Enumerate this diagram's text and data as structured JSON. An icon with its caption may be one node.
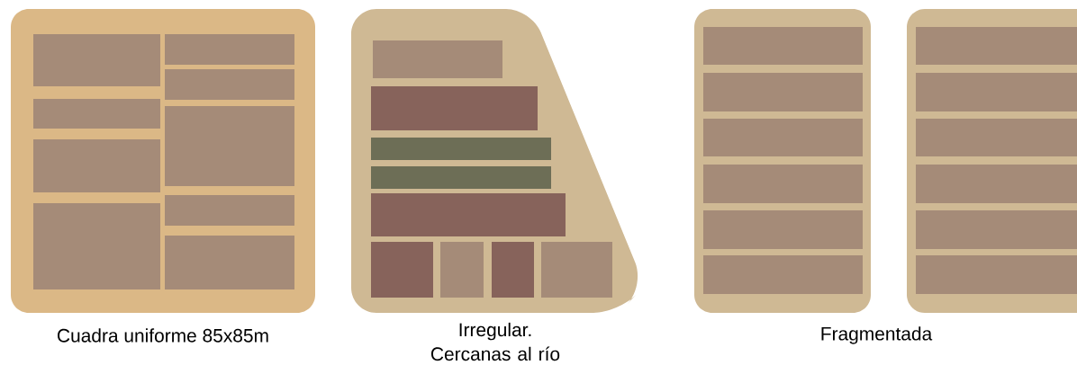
{
  "diagram": {
    "nodes": [
      {
        "text": [],
        "shape": "box"
      },
      {
        "text": [],
        "shape": "box",
        "in": 0
      },
      {
        "text": [],
        "shape": "box",
        "in": 0
      },
      {
        "text": [],
        "shape": "box",
        "in": 0
      },
      {
        "text": [],
        "shape": "box",
        "in": 0
      },
      {
        "text": [],
        "shape": "box",
        "in": 0
      },
      {
        "text": [],
        "shape": "box",
        "in": 0
      },
      {
        "text": [],
        "shape": "box",
        "in": 0
      },
      {
        "text": [],
        "shape": "box",
        "in": 0
      },
      {
        "text": [],
        "shape": "box",
        "in": 0
      },
      {
        "text": [],
        "shape": "box"
      },
      {
        "text": [],
        "shape": "box",
        "in": 10
      },
      {
        "text": [],
        "shape": "box",
        "in": 10
      },
      {
        "text": [],
        "shape": "box",
        "in": 10
      },
      {
        "text": [],
        "shape": "box",
        "in": 10
      },
      {
        "text": [],
        "shape": "box",
        "in": 10
      },
      {
        "text": [],
        "shape": "box",
        "in": 10
      },
      {
        "text": [],
        "shape": "box",
        "in": 10
      },
      {
        "text": [],
        "shape": "box",
        "in": 10
      },
      {
        "text": [],
        "shape": "box",
        "in": 10
      },
      {
        "text": [],
        "shape": "box"
      },
      {
        "text": [],
        "shape": "box",
        "in": 20
      },
      {
        "text": [],
        "shape": "box",
        "in": 20
      },
      {
        "text": [],
        "shape": "box",
        "in": 20
      },
      {
        "text": [],
        "shape": "box",
        "in": 20
      },
      {
        "text": [],
        "shape": "box",
        "in": 20
      },
      {
        "text": [],
        "shape": "box",
        "in": 20
      },
      {
        "text": [],
        "shape": "box"
      },
      {
        "text": [],
        "shape": "box",
        "in": 27
      },
      {
        "text": [],
        "shape": "box",
        "in": 27
      },
      {
        "text": [],
        "shape": "box",
        "in": 27
      },
      {
        "text": [],
        "shape": "box",
        "in": 27
      },
      {
        "text": [],
        "shape": "box",
        "in": 27
      },
      {
        "text": [],
        "shape": "box",
        "in": 27
      }
    ],
    "labels": [
      "Cuadra uniforme 85x85m",
      "Irregular. Cercanas al río",
      "Fragmentada"
    ]
  }
}
